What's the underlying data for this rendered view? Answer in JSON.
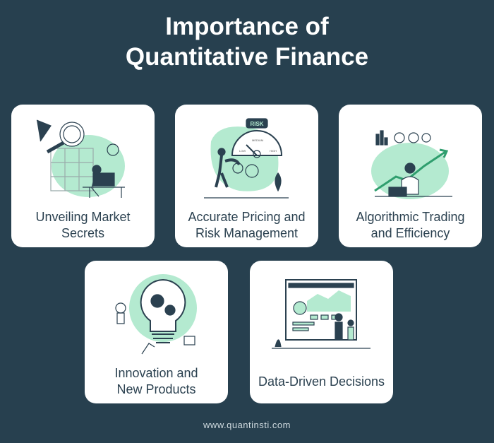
{
  "title_line1": "Importance of",
  "title_line2": "Quantitative Finance",
  "cards": [
    {
      "line1": "Unveiling Market",
      "line2": "Secrets",
      "icon": "magnifier-analyst-illustration"
    },
    {
      "line1": "Accurate Pricing and",
      "line2": "Risk Management",
      "icon": "risk-gauge-illustration",
      "gauge": {
        "title": "RISK",
        "levels": [
          "LOW",
          "MEDIUM",
          "HIGH"
        ]
      }
    },
    {
      "line1": "Algorithmic Trading",
      "line2": "and Efficiency",
      "icon": "trading-growth-illustration"
    },
    {
      "line1": "Innovation and",
      "line2": "New Products",
      "icon": "lightbulb-gears-illustration"
    },
    {
      "line1": "Data-Driven Decisions",
      "line2": "",
      "icon": "dashboard-analysis-illustration"
    }
  ],
  "footer": "www.quantinsti.com",
  "colors": {
    "background": "#27404f",
    "card": "#ffffff",
    "text": "#2b4150",
    "accent": "#b4ead0"
  }
}
